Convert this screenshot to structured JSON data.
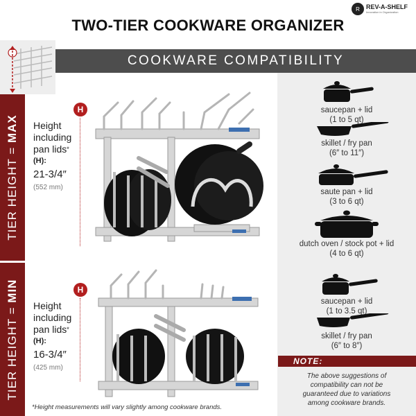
{
  "header": {
    "title": "TWO-TIER COOKWARE ORGANIZER",
    "logo_name": "REV-A-SHELF",
    "logo_tagline": "Innovation in Organization"
  },
  "banner": {
    "text": "COOKWARE COMPATIBILITY"
  },
  "tiers": {
    "max": {
      "label_prefix": "TIER HEIGHT = ",
      "label_value": "MAX",
      "marker": "H",
      "height_line1": "Height",
      "height_line2": "including",
      "height_line3": "pan lids",
      "asterisk": "*",
      "h_ref": "(H):",
      "value": "21-3/4″",
      "mm": "(552 mm)"
    },
    "min": {
      "label_prefix": "TIER HEIGHT = ",
      "label_value": "MIN",
      "marker": "H",
      "height_line1": "Height",
      "height_line2": "including",
      "height_line3": "pan lids",
      "asterisk": "*",
      "h_ref": "(H):",
      "value": "16-3/4″",
      "mm": "(425 mm)"
    }
  },
  "compatibility": {
    "max": [
      {
        "name": "saucepan + lid",
        "size": "(1 to 5 qt)",
        "icon": "saucepan-icon"
      },
      {
        "name": "skillet / fry pan",
        "size": "(6″ to 11″)",
        "icon": "skillet-icon"
      },
      {
        "name": "saute pan + lid",
        "size": "(3 to 6 qt)",
        "icon": "saute-pan-icon"
      },
      {
        "name": "dutch oven / stock pot + lid",
        "size": "(4 to 6 qt)",
        "icon": "dutch-oven-icon"
      }
    ],
    "min": [
      {
        "name": "saucepan + lid",
        "size": "(1 to 3.5 qt)",
        "icon": "saucepan-icon"
      },
      {
        "name": "skillet / fry pan",
        "size": "(6″ to 8″)",
        "icon": "skillet-icon"
      }
    ]
  },
  "note": {
    "heading": "NOTE:",
    "line1": "The above suggestions of",
    "line2": "compatibility can not be",
    "line3": "guaranteed due to variations",
    "line4": "among cookware brands."
  },
  "footnote": "*Height measurements will vary slightly among cookware brands.",
  "colors": {
    "accent_red": "#7b1919",
    "marker_red": "#b21f1f",
    "banner_gray": "#4d4d4d",
    "panel_gray": "#eeeeee"
  }
}
